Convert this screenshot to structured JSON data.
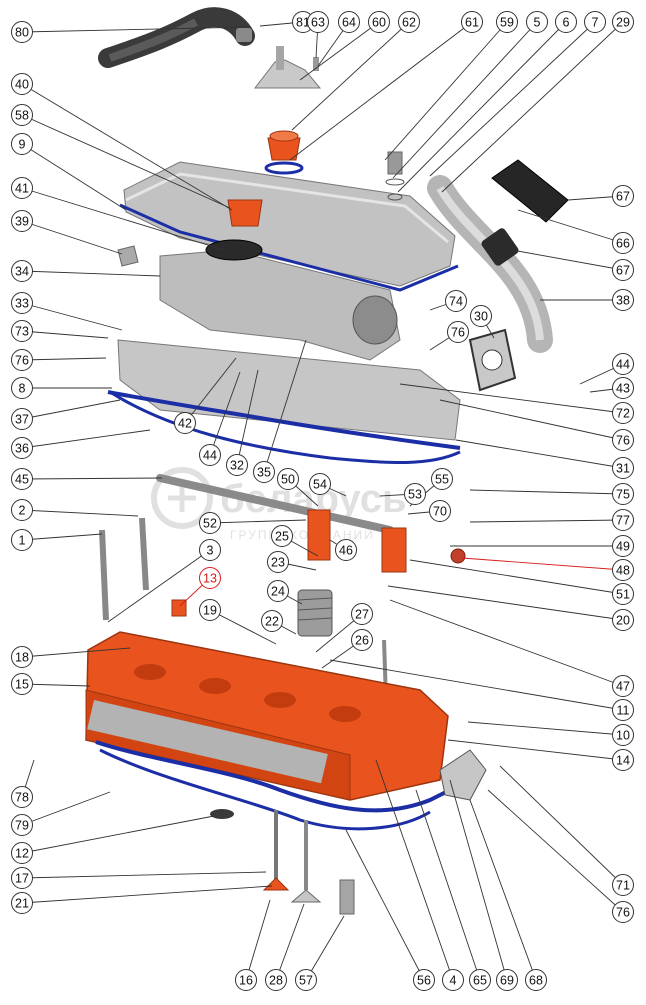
{
  "watermark": {
    "brand": "беларусь",
    "line1": "ГРУППА",
    "line2": "КОМПАНИЙ"
  },
  "colors": {
    "part_orange": "#e8531e",
    "part_grey": "#b9b9b9",
    "gasket_blue": "#1b2ea6",
    "label_red": "#d71c1c",
    "callout_line": "#333333",
    "watermark": "#c8c8c8"
  },
  "callouts": [
    {
      "id": "80",
      "label": "80"
    },
    {
      "id": "81",
      "label": "81"
    },
    {
      "id": "63",
      "label": "63"
    },
    {
      "id": "64",
      "label": "64"
    },
    {
      "id": "60",
      "label": "60"
    },
    {
      "id": "62",
      "label": "62"
    },
    {
      "id": "61",
      "label": "61"
    },
    {
      "id": "59",
      "label": "59"
    },
    {
      "id": "5",
      "label": "5"
    },
    {
      "id": "6",
      "label": "6"
    },
    {
      "id": "7",
      "label": "7"
    },
    {
      "id": "29",
      "label": "29"
    },
    {
      "id": "40",
      "label": "40"
    },
    {
      "id": "58",
      "label": "58"
    },
    {
      "id": "9",
      "label": "9"
    },
    {
      "id": "41",
      "label": "41"
    },
    {
      "id": "39",
      "label": "39"
    },
    {
      "id": "34",
      "label": "34"
    },
    {
      "id": "33",
      "label": "33"
    },
    {
      "id": "73",
      "label": "73"
    },
    {
      "id": "76a",
      "label": "76"
    },
    {
      "id": "8",
      "label": "8"
    },
    {
      "id": "37",
      "label": "37"
    },
    {
      "id": "36",
      "label": "36"
    },
    {
      "id": "45",
      "label": "45"
    },
    {
      "id": "2",
      "label": "2"
    },
    {
      "id": "1",
      "label": "1"
    },
    {
      "id": "3",
      "label": "3"
    },
    {
      "id": "13",
      "label": "13",
      "highlight": true
    },
    {
      "id": "19",
      "label": "19"
    },
    {
      "id": "18",
      "label": "18"
    },
    {
      "id": "15",
      "label": "15"
    },
    {
      "id": "78",
      "label": "78"
    },
    {
      "id": "79",
      "label": "79"
    },
    {
      "id": "12",
      "label": "12"
    },
    {
      "id": "17",
      "label": "17"
    },
    {
      "id": "21",
      "label": "21"
    },
    {
      "id": "16",
      "label": "16"
    },
    {
      "id": "28",
      "label": "28"
    },
    {
      "id": "57",
      "label": "57"
    },
    {
      "id": "56",
      "label": "56"
    },
    {
      "id": "4",
      "label": "4"
    },
    {
      "id": "65",
      "label": "65"
    },
    {
      "id": "69",
      "label": "69"
    },
    {
      "id": "68",
      "label": "68"
    },
    {
      "id": "67a",
      "label": "67"
    },
    {
      "id": "66",
      "label": "66"
    },
    {
      "id": "67b",
      "label": "67"
    },
    {
      "id": "38",
      "label": "38"
    },
    {
      "id": "74",
      "label": "74"
    },
    {
      "id": "30",
      "label": "30"
    },
    {
      "id": "76b",
      "label": "76"
    },
    {
      "id": "44a",
      "label": "44"
    },
    {
      "id": "43",
      "label": "43"
    },
    {
      "id": "72",
      "label": "72"
    },
    {
      "id": "76c",
      "label": "76"
    },
    {
      "id": "31",
      "label": "31"
    },
    {
      "id": "55",
      "label": "55"
    },
    {
      "id": "75",
      "label": "75"
    },
    {
      "id": "77",
      "label": "77"
    },
    {
      "id": "49",
      "label": "49"
    },
    {
      "id": "48",
      "label": "48"
    },
    {
      "id": "51",
      "label": "51"
    },
    {
      "id": "20",
      "label": "20"
    },
    {
      "id": "47",
      "label": "47"
    },
    {
      "id": "11",
      "label": "11"
    },
    {
      "id": "10",
      "label": "10"
    },
    {
      "id": "14",
      "label": "14"
    },
    {
      "id": "71",
      "label": "71"
    },
    {
      "id": "76d",
      "label": "76"
    },
    {
      "id": "42",
      "label": "42"
    },
    {
      "id": "44b",
      "label": "44"
    },
    {
      "id": "32",
      "label": "32"
    },
    {
      "id": "35",
      "label": "35"
    },
    {
      "id": "50",
      "label": "50"
    },
    {
      "id": "54",
      "label": "54"
    },
    {
      "id": "53",
      "label": "53"
    },
    {
      "id": "70",
      "label": "70"
    },
    {
      "id": "52",
      "label": "52"
    },
    {
      "id": "25",
      "label": "25"
    },
    {
      "id": "46",
      "label": "46"
    },
    {
      "id": "23",
      "label": "23"
    },
    {
      "id": "24",
      "label": "24"
    },
    {
      "id": "27",
      "label": "27"
    },
    {
      "id": "22",
      "label": "22"
    },
    {
      "id": "26",
      "label": "26"
    }
  ]
}
